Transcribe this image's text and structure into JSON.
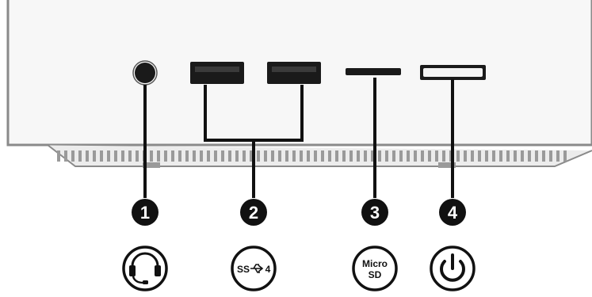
{
  "diagram": {
    "colors": {
      "chassis_fill": "#f7f7f7",
      "chassis_stroke": "#8a8a8a",
      "vent": "#9a9a9a",
      "port": "#1a1a1a",
      "leader": "#111111",
      "power_button_fill": "#f3f3f3"
    },
    "callouts": [
      {
        "number": "1",
        "component": "audio-jack",
        "icon": "headset-icon"
      },
      {
        "number": "2",
        "component": "usb-ports",
        "icon": "usb-superspeed-icon",
        "icon_text": "SS",
        "icon_suffix": "4"
      },
      {
        "number": "3",
        "component": "microsd-reader",
        "icon": "microsd-icon",
        "icon_text_line1": "Micro",
        "icon_text_line2": "SD"
      },
      {
        "number": "4",
        "component": "power-button",
        "icon": "power-icon"
      }
    ]
  }
}
